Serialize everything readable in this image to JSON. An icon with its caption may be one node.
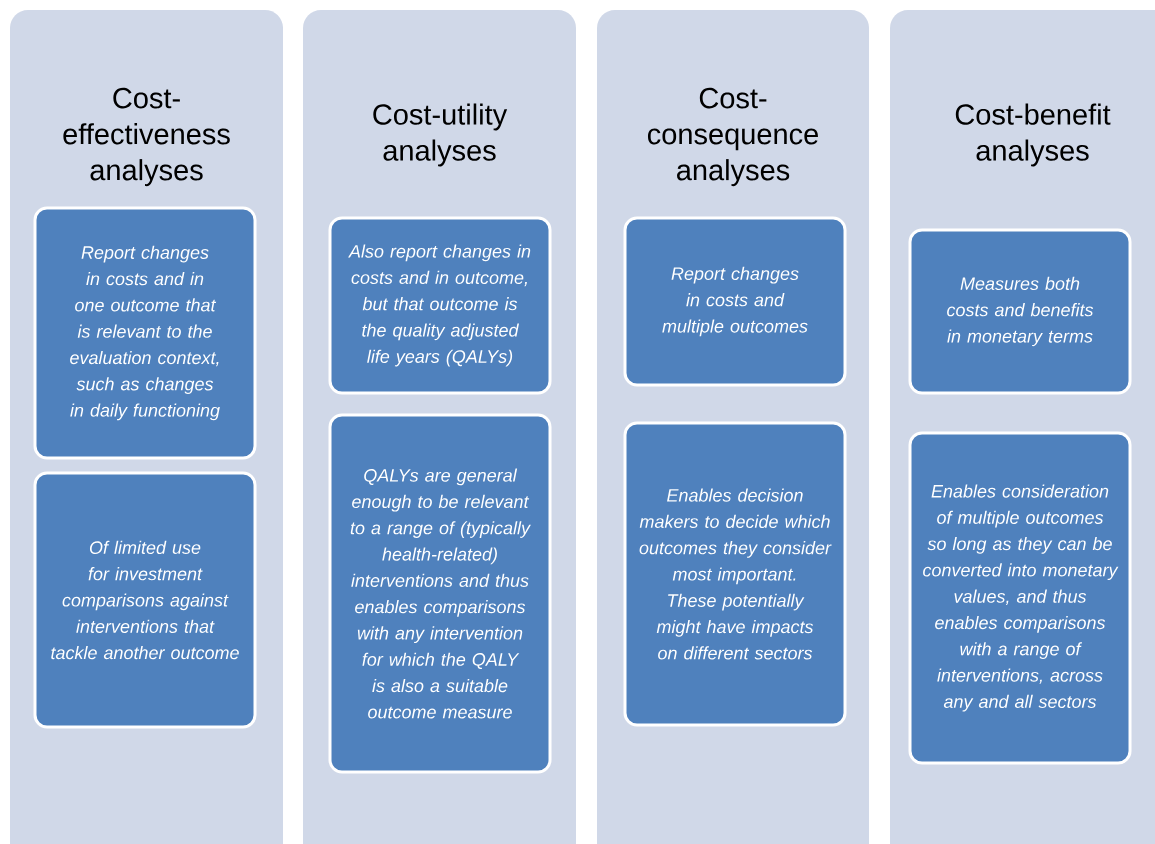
{
  "diagram": {
    "nodes": [
      {
        "text": [
          "Cost-effectiveness analyses"
        ]
      },
      {
        "text": [
          "Report changes in costs and in one outcome that is relevant to the evaluation context, such as changes in daily functioning"
        ],
        "in": 0
      },
      {
        "text": [
          "Of limited use for investment comparisons against interventions that tackle another outcome"
        ],
        "in": 0
      },
      {
        "text": [
          "Cost-utility analyses"
        ]
      },
      {
        "text": [
          "Also report changes in costs and in outcome, but that outcome is the quality adjusted life years (QALYs)"
        ],
        "in": 3
      },
      {
        "text": [
          "QALYs are general enough to be relevant to a range of (typically health-related) interventions and thus enables comparisons with any intervention for which the QALY is also a suitable outcome measure"
        ],
        "in": 3
      },
      {
        "text": [
          "Cost-consequence analyses"
        ]
      },
      {
        "text": [
          "Report changes in costs and multiple outcomes"
        ],
        "in": 6
      },
      {
        "text": [
          "Enables decision makers to decide which outcomes they consider most important. These potentially might have impacts on different sectors"
        ],
        "in": 6
      },
      {
        "text": [
          "Cost-benefit analyses"
        ]
      },
      {
        "text": [
          "Measures both costs and benefits in monetary terms"
        ],
        "in": 9
      },
      {
        "text": [
          "Enables consideration of multiple outcomes so long as they can be converted into monetary values, and thus enables comparisons with a range of interventions, across any and all sectors"
        ],
        "in": 9
      }
    ]
  }
}
